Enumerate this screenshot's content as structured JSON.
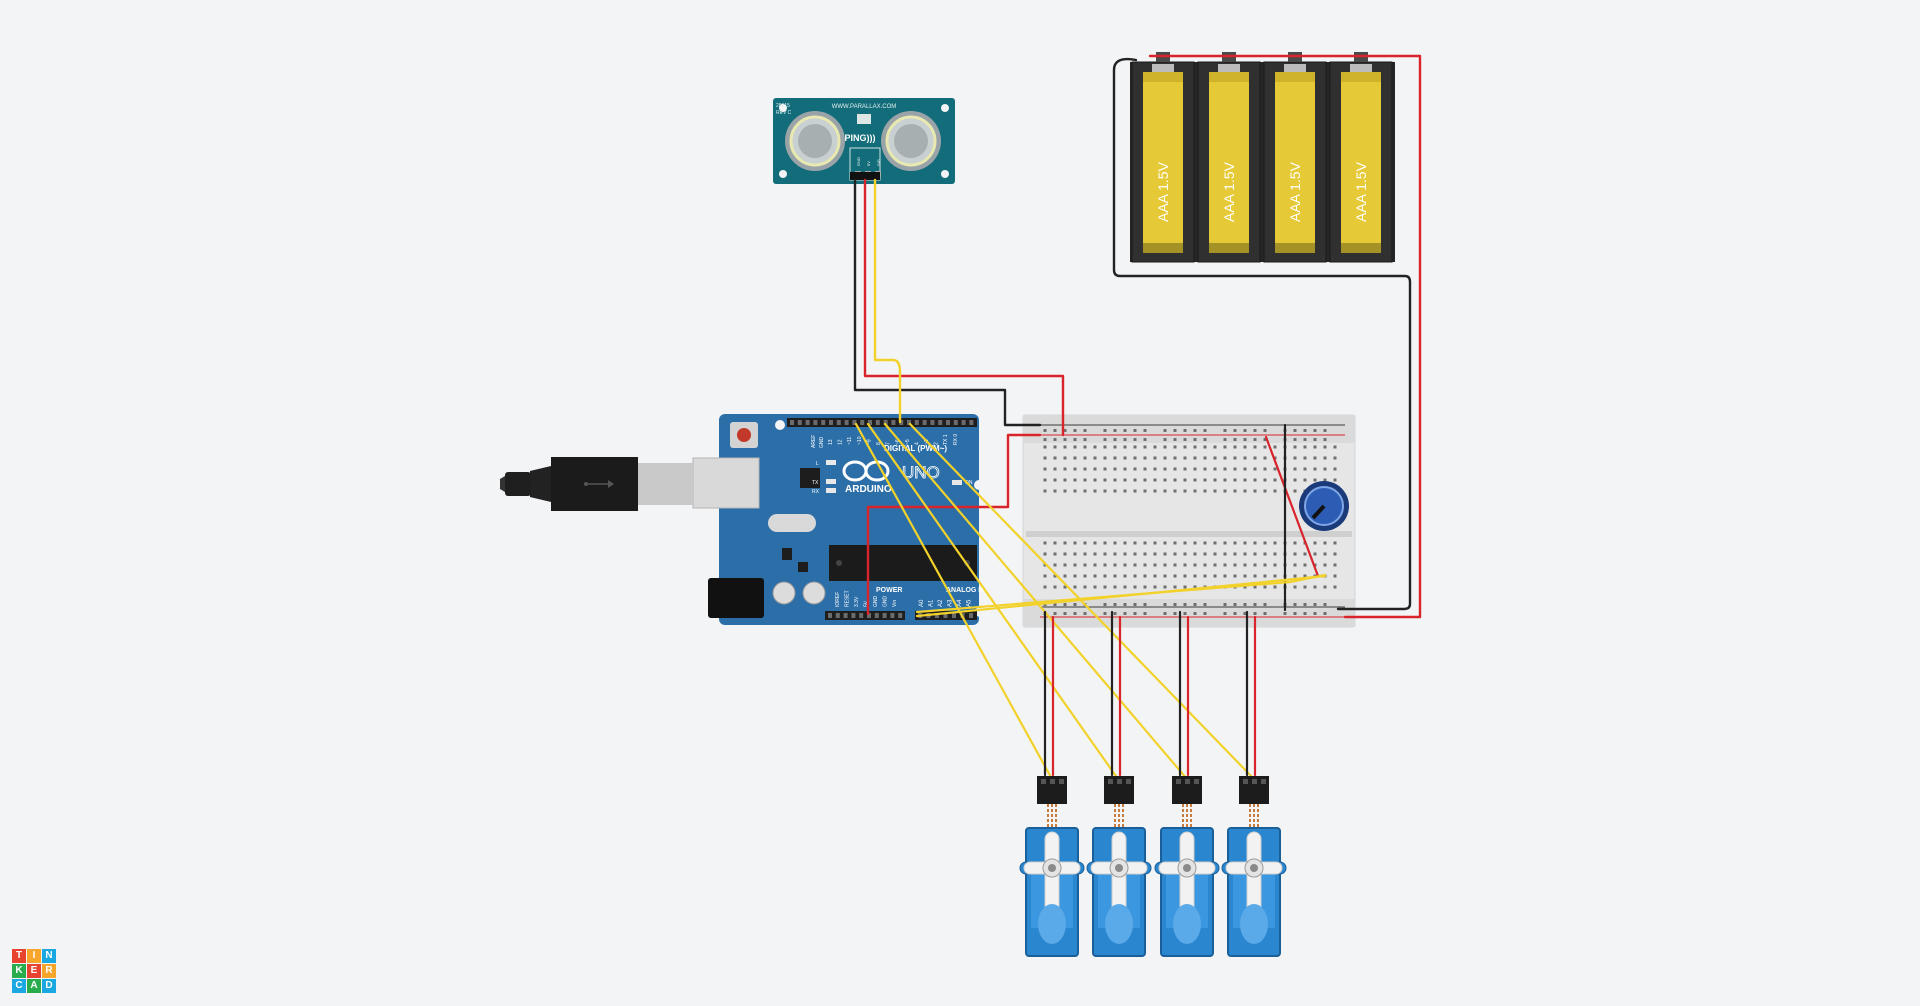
{
  "logo": {
    "letters": [
      "T",
      "I",
      "N",
      "K",
      "E",
      "R",
      "C",
      "A",
      "D"
    ],
    "colors": [
      "#e8432f",
      "#f7a62b",
      "#1aa8e2",
      "#29ad4c",
      "#e8432f",
      "#f7a62b",
      "#1aa8e2",
      "#29ad4c",
      "#1aa8e2"
    ]
  },
  "arduino": {
    "brand": "ARDUINO",
    "model": "UNO",
    "digital_label": "DIGITAL (PWM~)",
    "power_label": "POWER",
    "analog_label": "ANALOG IN",
    "aref": "AREF",
    "gnd": "GND",
    "l_led": "L",
    "tx": "TX",
    "rx": "RX",
    "on": "ON",
    "digital_pins": [
      "13",
      "12",
      "~11",
      "~10",
      "~9",
      "8",
      "7",
      "~6",
      "~5",
      "4",
      "~3",
      "2",
      "TX 1",
      "RX 0"
    ],
    "power_pins": [
      "IOREF",
      "RESET",
      "3.3V",
      "5V",
      "GND",
      "GND",
      "Vin"
    ],
    "analog_pins": [
      "A0",
      "A1",
      "A2",
      "A3",
      "A4",
      "A5"
    ]
  },
  "sensor": {
    "model": "28015",
    "rev": "REV C",
    "url": "WWW.PARALLAX.COM",
    "name": "PING)))",
    "pins": [
      "GND",
      "5V",
      "SIG"
    ]
  },
  "battery": {
    "cell_label": "AAA 1.5V",
    "cell_count": 4
  },
  "colors": {
    "wire_red": "#d9242b",
    "wire_black": "#222222",
    "wire_yellow": "#f2d22a",
    "arduino_blue": "#2c6fa8",
    "servo_blue": "#2a86cf",
    "sensor_teal": "#126c7a",
    "battery_yellow": "#e6c936"
  }
}
